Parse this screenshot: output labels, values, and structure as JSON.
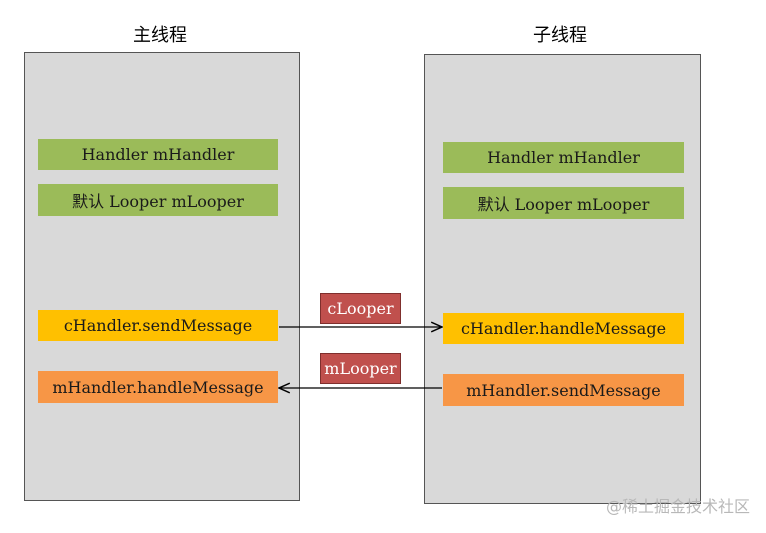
{
  "main_thread": {
    "title": "主线程",
    "handler": "Handler mHandler",
    "looper": "默认 Looper mLooper",
    "send": "cHandler.sendMessage",
    "handle": "mHandler.handleMessage"
  },
  "child_thread": {
    "title": "子线程",
    "handler": "Handler mHandler",
    "looper": "默认 Looper mLooper",
    "handle": "cHandler.handleMessage",
    "send": "mHandler.sendMessage"
  },
  "links": {
    "to_child": "cLooper",
    "to_main": "mLooper"
  },
  "watermark": "@稀土掘金技术社区",
  "colors": {
    "panel": "#d9d9d9",
    "green": "#9bbb59",
    "yellow": "#ffc000",
    "orange": "#f79646",
    "red": "#c0504d"
  }
}
